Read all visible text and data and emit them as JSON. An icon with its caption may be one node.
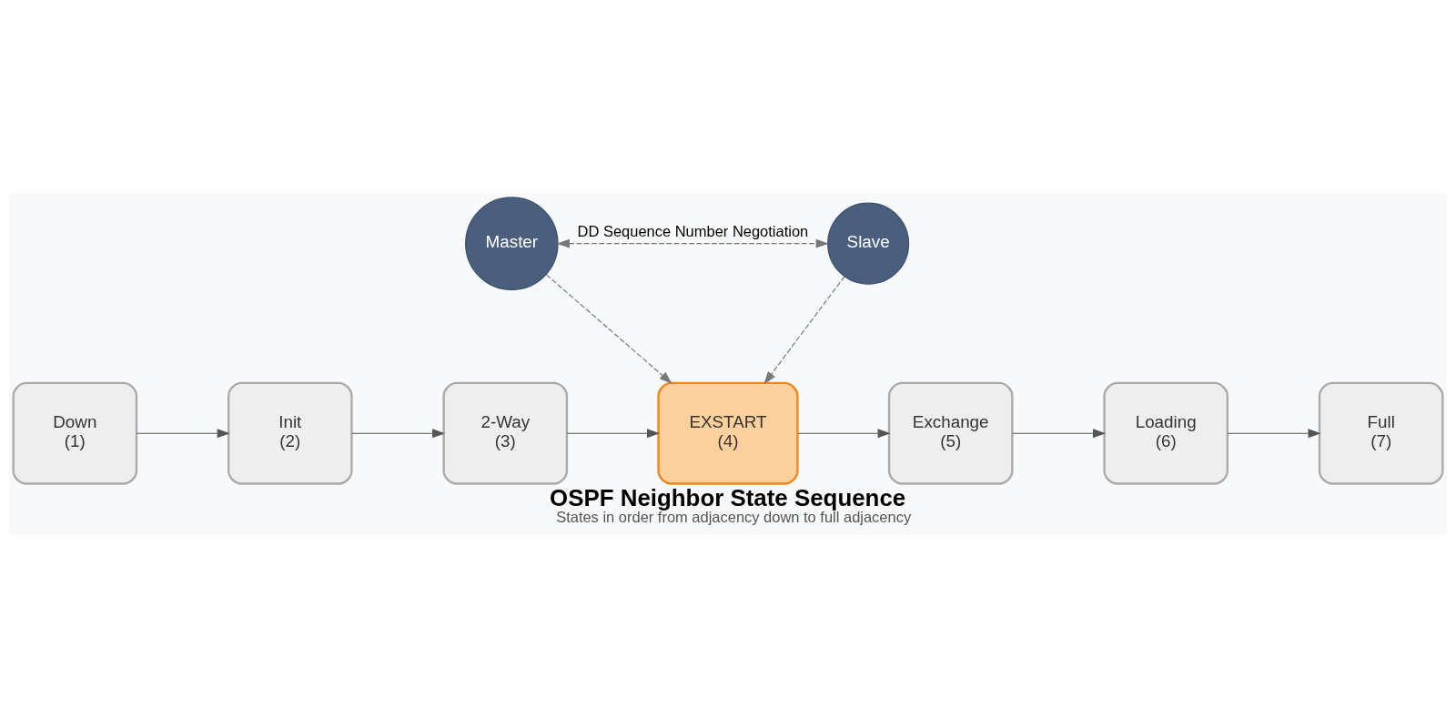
{
  "diagram": {
    "title": "OSPF Neighbor State Sequence",
    "caption": "States in order from adjacency down to full adjacency",
    "nodes": [
      {
        "text": [
          "Master"
        ]
      },
      {
        "text": [
          "Slave"
        ]
      },
      {
        "text": [
          "Down",
          "(1)"
        ]
      },
      {
        "text": [
          "Init",
          "(2)"
        ]
      },
      {
        "text": [
          "2-Way",
          "(3)"
        ]
      },
      {
        "text": [
          "EXSTART",
          "(4)"
        ]
      },
      {
        "text": [
          "Exchange",
          "(5)"
        ]
      },
      {
        "text": [
          "Loading",
          "(6)"
        ]
      },
      {
        "text": [
          "Full",
          "(7)"
        ]
      }
    ],
    "edges": [
      {
        "from": 0,
        "to": 1,
        "arrow": "both",
        "style": "dashed",
        "label": "DD Sequence Number Negotiation"
      },
      {
        "from": 0,
        "to": 5,
        "arrow": "to",
        "style": "dashed"
      },
      {
        "from": 1,
        "to": 5,
        "arrow": "to",
        "style": "dashed"
      },
      {
        "from": 2,
        "to": 3,
        "arrow": "to"
      },
      {
        "from": 3,
        "to": 4,
        "arrow": "to"
      },
      {
        "from": 4,
        "to": 5,
        "arrow": "to"
      },
      {
        "from": 5,
        "to": 6,
        "arrow": "to"
      },
      {
        "from": 6,
        "to": 7,
        "arrow": "to"
      },
      {
        "from": 7,
        "to": 8,
        "arrow": "to"
      }
    ]
  }
}
